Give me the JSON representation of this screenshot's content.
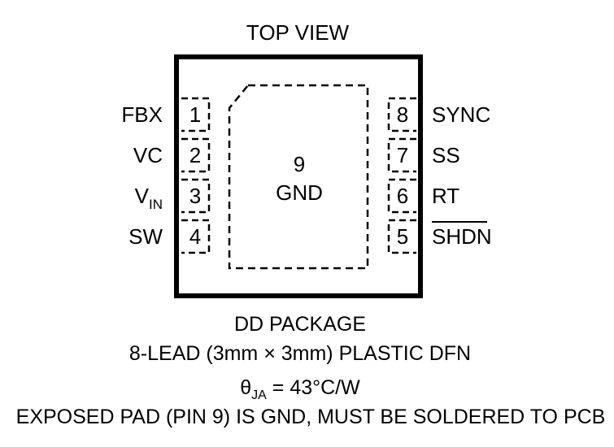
{
  "title": "TOP VIEW",
  "left_pins": [
    {
      "num": "1",
      "name": "FBX"
    },
    {
      "num": "2",
      "name": "VC"
    },
    {
      "num": "3",
      "name": "V",
      "sub": "IN"
    },
    {
      "num": "4",
      "name": "SW"
    }
  ],
  "right_pins": [
    {
      "num": "8",
      "name": "SYNC"
    },
    {
      "num": "7",
      "name": "SS"
    },
    {
      "num": "6",
      "name": "RT"
    },
    {
      "num": "5",
      "name": "SHDN",
      "overline": true
    }
  ],
  "exposed_pad": {
    "num": "9",
    "name": "GND"
  },
  "package_line1": "DD PACKAGE",
  "package_line2": "8-LEAD (3mm × 3mm) PLASTIC DFN",
  "theta": {
    "symbol": "θ",
    "sub": "JA",
    "value": " = 43°C/W"
  },
  "note": "EXPOSED PAD (PIN 9) IS GND, MUST BE SOLDERED TO PCB"
}
